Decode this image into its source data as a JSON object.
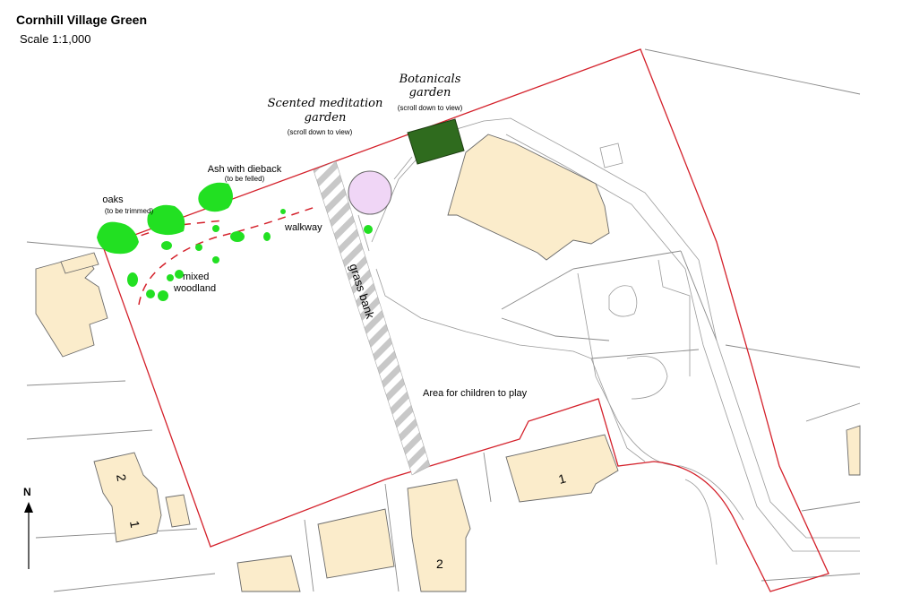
{
  "map": {
    "title": "Cornhill Village Green",
    "scale": "Scale 1:1,000",
    "north": "N",
    "colors": {
      "boundary": "#d4202a",
      "trees": "#22e022",
      "buildings": "#fbeccb",
      "botanicals": "#2f6b1e",
      "meditation": "#f0d6f6",
      "grass_bank": "#c8c8c8"
    },
    "labels": {
      "botanicals_title_1": "Botanicals",
      "botanicals_title_2": "garden",
      "botanicals_note": "(scroll down to view)",
      "meditation_title_1": "Scented meditation",
      "meditation_title_2": "garden",
      "meditation_note": "(scroll down to view)",
      "ash_title": "Ash with dieback",
      "ash_note": "(to be felled)",
      "oaks_title": "oaks",
      "oaks_note": "(to be trimmed)",
      "walkway": "walkway",
      "mixed_1": "mixed",
      "mixed_2": "woodland",
      "grass_bank": "grass bank",
      "play_area": "Area for children to play"
    },
    "house_numbers": [
      "1",
      "2",
      "2",
      "1"
    ]
  }
}
